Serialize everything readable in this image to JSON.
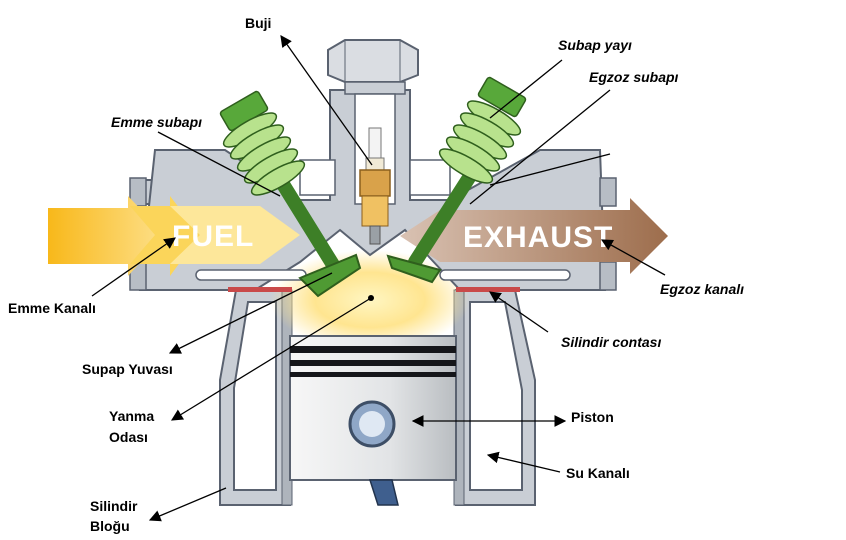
{
  "flows": {
    "intake": "FUEL",
    "exhaust": "EXHAUST"
  },
  "labels": {
    "spark_plug": "Buji",
    "valve_spring": "Subap yayı",
    "exhaust_valve": "Egzoz subapı",
    "intake_valve": "Emme subapı",
    "intake_port": "Emme Kanalı",
    "exhaust_port": "Egzoz kanalı",
    "head_gasket": "Silindir contası",
    "valve_seat": "Supap Yuvası",
    "combustion_chamber_1": "Yanma",
    "combustion_chamber_2": "Odası",
    "piston": "Piston",
    "water_jacket": "Su Kanalı",
    "cylinder_block_1": "Silindir",
    "cylinder_block_2": "Bloğu"
  },
  "colors": {
    "fuel_arrow": "#f7c82a",
    "exhaust_arrow": "#a87a5c",
    "engine_gray": "#c9ced5",
    "engine_outline": "#5a6270",
    "valve_green": "#4f9a33",
    "piston_silver": "#e4e6e8",
    "spark_plug_gold": "#d9a24a"
  }
}
